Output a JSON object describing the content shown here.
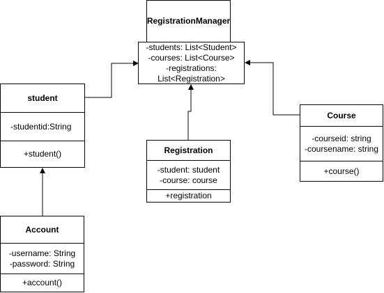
{
  "classes": {
    "registration_manager": {
      "name": "RegistrationManager",
      "attributes": [
        "-students: List<Student>",
        "-courses: List<Course>",
        "-registrations:",
        "List<Registration>"
      ]
    },
    "student": {
      "name": "student",
      "attributes": [
        "-studentid:String"
      ],
      "methods": [
        "+student()"
      ]
    },
    "registration": {
      "name": "Registration",
      "attributes": [
        "-student: student",
        "-course: course"
      ],
      "methods": [
        "+registration"
      ]
    },
    "course": {
      "name": "Course",
      "attributes": [
        "-courseid: string",
        "-coursename: string"
      ],
      "methods": [
        "+course()"
      ]
    },
    "account": {
      "name": "Account",
      "attributes": [
        "-username: String",
        "-password: String"
      ],
      "methods": [
        "+account()"
      ]
    }
  },
  "colors": {
    "stroke": "#000000",
    "background": "#ffffff"
  }
}
